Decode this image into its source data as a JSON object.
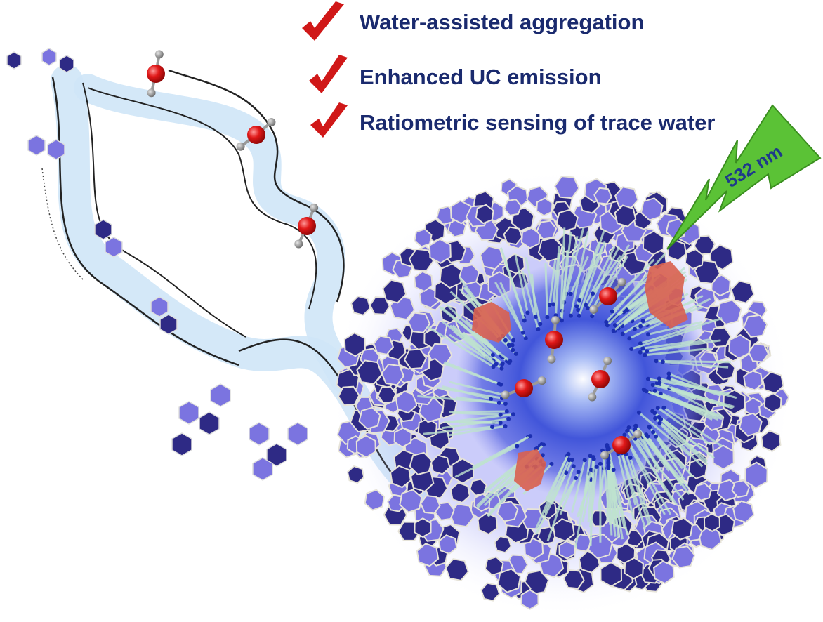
{
  "features": [
    {
      "label": "Water-assisted aggregation",
      "icon": "checkmark-icon"
    },
    {
      "label": "Enhanced UC emission",
      "icon": "checkmark-icon"
    },
    {
      "label": "Ratiometric sensing of trace water",
      "icon": "checkmark-icon"
    }
  ],
  "laser": {
    "label": "532 nm",
    "icon": "lightning-bolt-icon"
  },
  "colors": {
    "text": "#1a2a6e",
    "check": "#d01818",
    "hexagon_dark": "#2e2a85",
    "hexagon_light": "#7b74e0",
    "water_oxygen": "#e01818",
    "water_hydrogen": "#8a8a8a",
    "emitter": "#d9604f",
    "laser": "#5bc236",
    "micelle_core": "#3a4fd8",
    "ribbon": "#cfe6f7"
  }
}
